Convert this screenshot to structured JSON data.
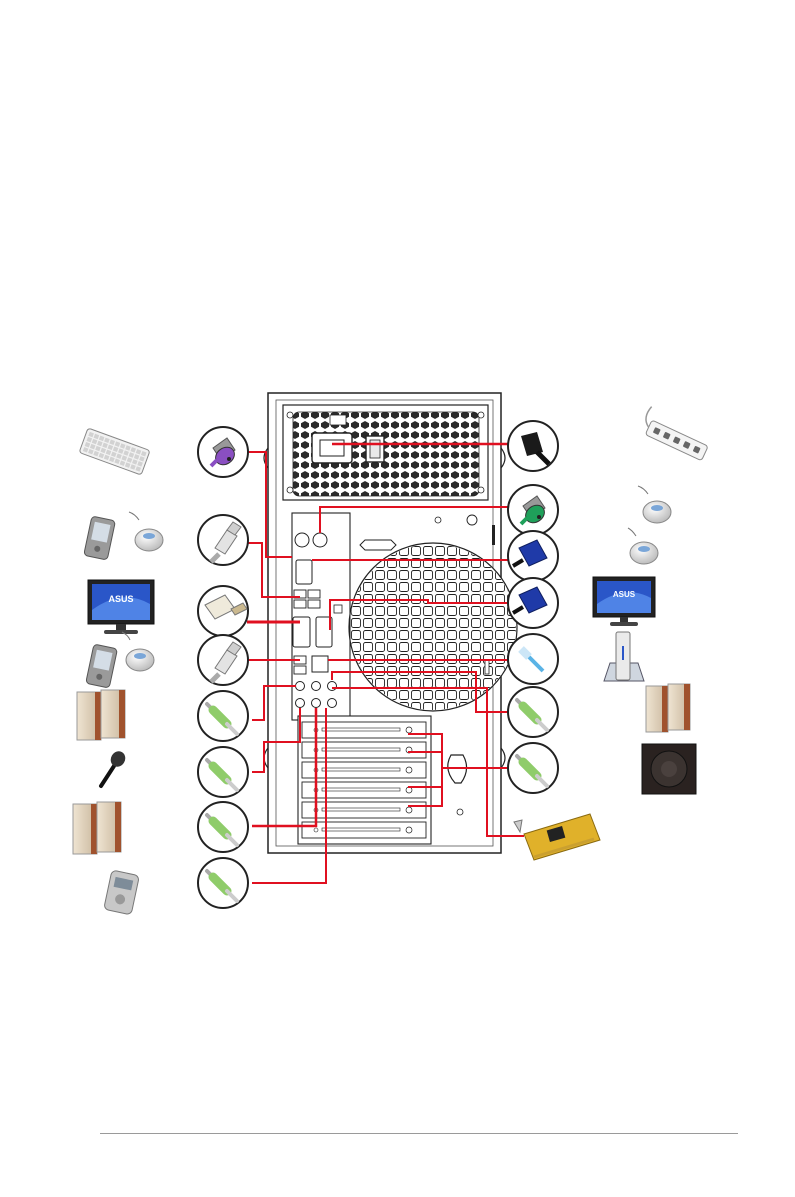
{
  "page": {
    "has_footer_rule": true
  },
  "colors": {
    "connection_line": "#e01020",
    "case_outline": "#222222",
    "circle_stroke": "#222222",
    "ps2_keyboard": "#8a4fc2",
    "ps2_mouse": "#1fa05a",
    "vga_blue": "#1f3aa8",
    "audio_green": "#8fcc6a",
    "brand_blue": "#1a3aa0"
  },
  "computer_case": {
    "view": "rear",
    "fan_grille": "round",
    "expansion_slots": 6
  },
  "connectors": {
    "left": [
      "ps2-keyboard-plug",
      "usb-plug",
      "dvi-plug",
      "usb-plug",
      "audio-plug",
      "audio-plug",
      "audio-plug",
      "audio-plug"
    ],
    "right": [
      "power-cord-plug",
      "ps2-mouse-plug",
      "serial-plug",
      "vga-plug",
      "lan-plug",
      "audio-plug",
      "audio-plug"
    ]
  },
  "devices": {
    "left": [
      "keyboard",
      "pda-and-mouse",
      "monitor",
      "pda-and-mouse",
      "speakers",
      "microphone",
      "speakers",
      "recorder"
    ],
    "right": [
      "power-strip",
      "mouse",
      "mouse",
      "monitor",
      "modem",
      "speakers",
      "subwoofer",
      "expansion-card"
    ]
  },
  "monitor_brand": "ASUS"
}
